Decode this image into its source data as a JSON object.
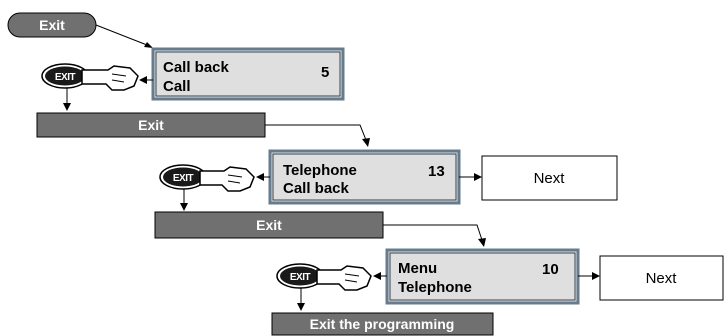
{
  "start_button": {
    "label": "Exit"
  },
  "exit_key": {
    "label": "EXIT"
  },
  "steps": [
    {
      "display": {
        "line1": "Call back",
        "line2": "Call",
        "number": "5"
      },
      "bar": "Exit",
      "next": ""
    },
    {
      "display": {
        "line1": "Telephone",
        "line2": "Call back",
        "number": "13"
      },
      "bar": "Exit",
      "next": "Next"
    },
    {
      "display": {
        "line1": "Menu",
        "line2": "Telephone",
        "number": "10"
      },
      "bar": "Exit the programming",
      "next": "Next"
    }
  ]
}
